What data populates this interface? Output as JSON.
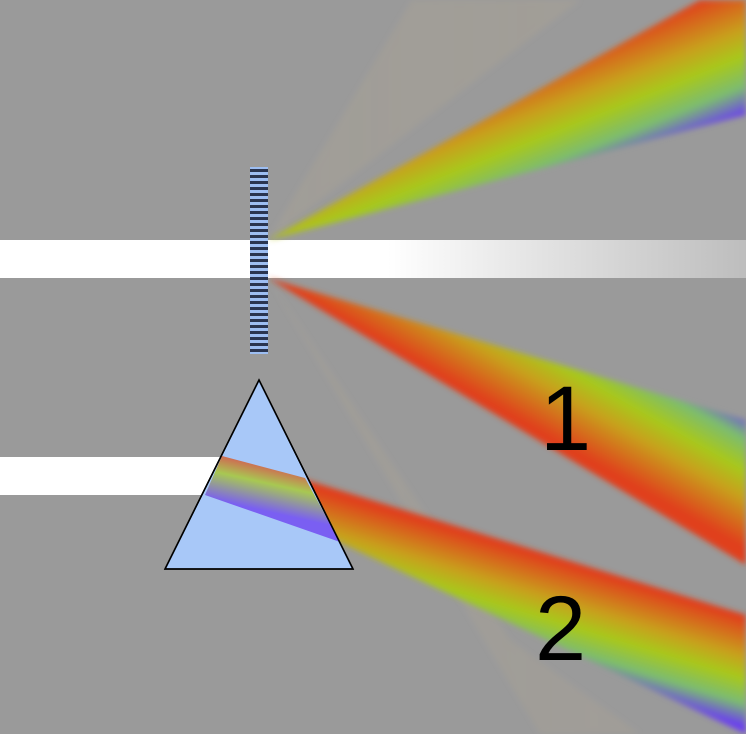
{
  "diagram": {
    "labels": {
      "order_1": "1",
      "order_2": "2"
    },
    "colors": {
      "background": "#9a9a9a",
      "white_light": "#ffffff",
      "prism_fill": "#a8c8f8",
      "prism_stroke": "#000000",
      "grating_slits": "#2a3550",
      "spectrum_red": "#e0401c",
      "spectrum_yellow": "#a8c81a",
      "spectrum_green": "#7cc858",
      "spectrum_violet": "#6a3cf0"
    },
    "elements": [
      "diffraction-grating-icon",
      "prism-icon",
      "white-light-beam",
      "spectrum-beam"
    ]
  }
}
